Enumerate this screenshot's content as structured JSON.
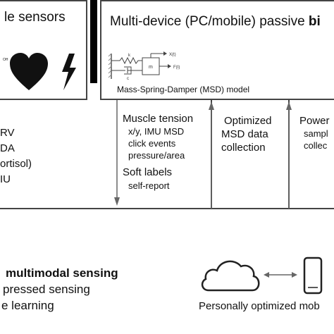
{
  "top_left": {
    "title": "le sensors",
    "tiny_label": "OH"
  },
  "top_right": {
    "title": "Multi-device (PC/mobile) passive ",
    "title_bold": "bi",
    "msd_caption": "Mass-Spring-Damper (MSD) model",
    "msd_labels": {
      "k": "k",
      "c": "c",
      "m": "m",
      "x": "X(t)",
      "f": "F(t)"
    }
  },
  "left_list": [
    "RV",
    "DA",
    "ortisol)",
    "IU"
  ],
  "col1": {
    "lines": [
      "Muscle tension",
      "x/y, IMU MSD",
      "click events",
      "pressure/area"
    ],
    "soft_labels": "Soft labels",
    "self_report": "self-report"
  },
  "col2": {
    "lines": [
      "Optimized",
      "MSD data",
      "collection"
    ]
  },
  "col3": {
    "lines": [
      "Power",
      "sampl",
      "collec"
    ]
  },
  "bottom": {
    "line1_bold": "multimodal sensing",
    "line2": "pressed sensing",
    "line3": "e learning",
    "caption": "Personally optimized mob"
  }
}
